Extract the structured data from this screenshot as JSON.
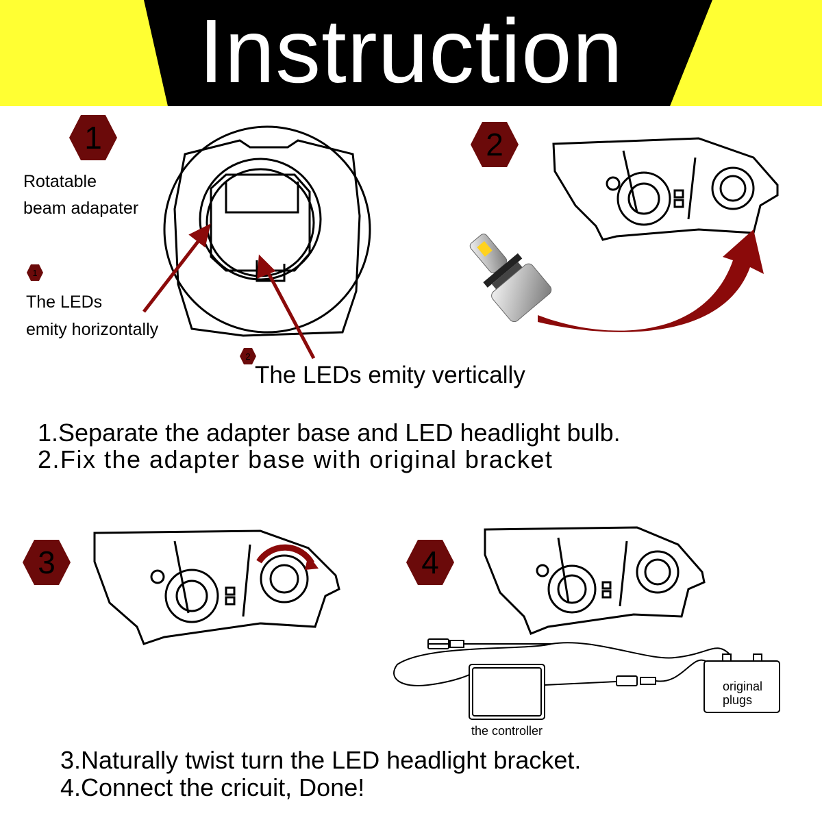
{
  "banner": {
    "title": "Instruction",
    "bg_color": "#000000",
    "corner_color": "#FFFF33"
  },
  "accent_color": "#6B0A0A",
  "steps": {
    "step1": {
      "number": "1",
      "rotatable_label_line1": "Rotatable",
      "rotatable_label_line2": "beam adapater",
      "sub1_number": "1",
      "horizontal_line1": "The LEDs",
      "horizontal_line2": "emity horizontally",
      "sub2_number": "2",
      "vertical_label": "The LEDs emity vertically"
    },
    "step2": {
      "number": "2"
    },
    "step3": {
      "number": "3"
    },
    "step4": {
      "number": "4",
      "controller_label": "the controller",
      "plugs_line1": "original",
      "plugs_line2": "plugs"
    }
  },
  "instructions_top": [
    "1.Separate the adapter base and LED headlight bulb.",
    "2.Fix the adapter base with original bracket"
  ],
  "instructions_bottom": [
    "3.Naturally twist turn the LED headlight bracket.",
    "4.Connect the cricuit, Done!"
  ]
}
